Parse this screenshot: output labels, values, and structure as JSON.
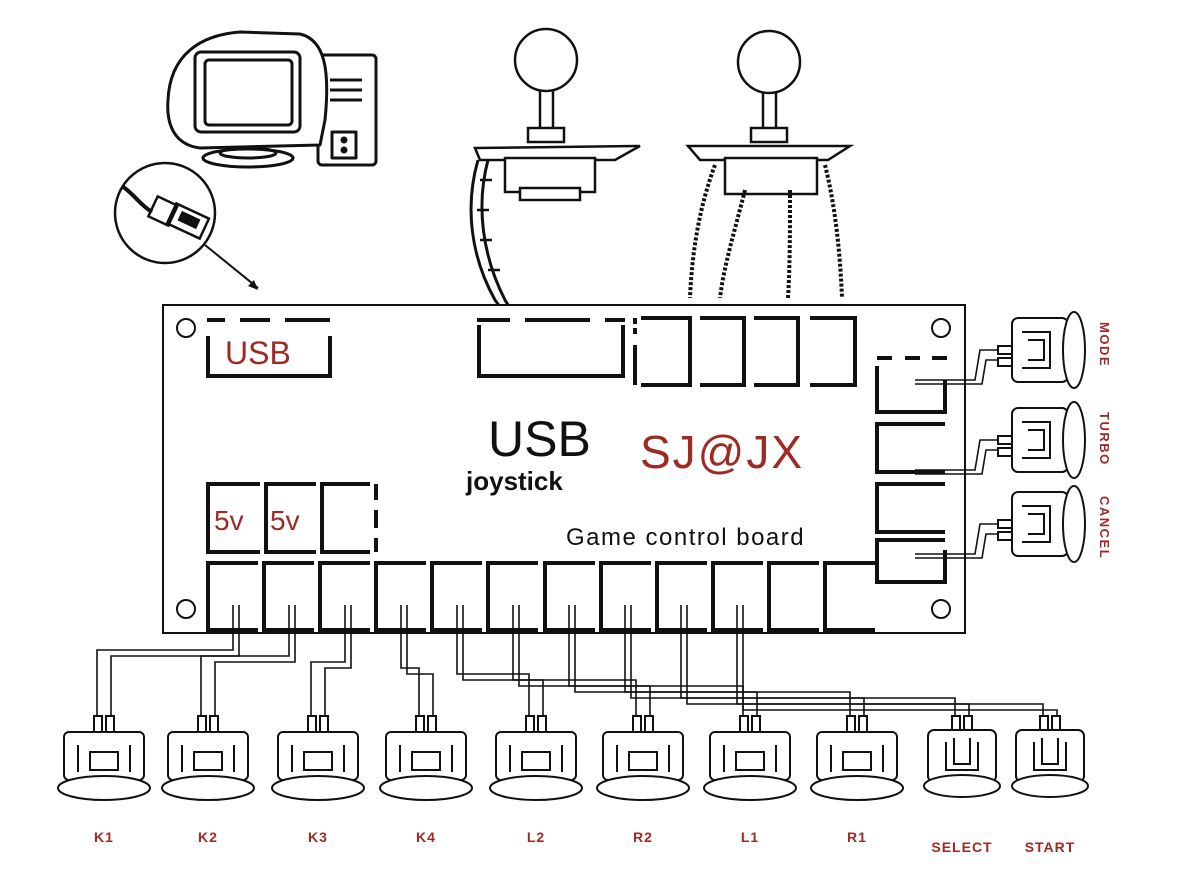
{
  "board": {
    "usb_port_label": "USB",
    "title_main": "USB",
    "title_sub": "joystick",
    "brand": "SJ@JX",
    "subtitle": "Game control board",
    "power_label_1": "5v",
    "power_label_2": "5v"
  },
  "side_buttons": [
    {
      "label": "MODE"
    },
    {
      "label": "TURBO"
    },
    {
      "label": "CANCEL"
    }
  ],
  "bottom_buttons": [
    {
      "label": "K1"
    },
    {
      "label": "K2"
    },
    {
      "label": "K3"
    },
    {
      "label": "K4"
    },
    {
      "label": "L2"
    },
    {
      "label": "R2"
    },
    {
      "label": "L1"
    },
    {
      "label": "R1"
    },
    {
      "label": "SELECT"
    },
    {
      "label": "START"
    }
  ],
  "colors": {
    "line": "#111111",
    "accent_red": "#9e2a26",
    "background": "#ffffff"
  },
  "icons": [
    "computer-icon",
    "usb-plug-icon",
    "joystick-icon",
    "arcade-button-icon"
  ]
}
